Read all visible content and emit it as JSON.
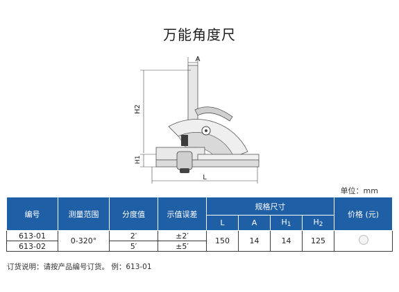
{
  "title": "万能角度尺",
  "drawing": {
    "label_a": "A",
    "label_h2": "H2",
    "label_h1": "H1",
    "label_l": "L"
  },
  "unit": "单位：mm",
  "table": {
    "headers": {
      "code": "编号",
      "range": "测量范围",
      "division": "分度值",
      "error": "示值误差",
      "dims": "规格尺寸",
      "price": "价格 (元)",
      "L": "L",
      "A": "A",
      "H1": "H",
      "H1_sub": "1",
      "H2": "H",
      "H2_sub": "2"
    },
    "rows": [
      {
        "code": "613-01",
        "division": "2′",
        "error": "±2′"
      },
      {
        "code": "613-02",
        "division": "5′",
        "error": "±5′"
      }
    ],
    "shared": {
      "range": "0-320°",
      "L": "150",
      "A": "14",
      "H1": "14",
      "H2": "125"
    }
  },
  "note": "订货说明：请按产品编号订货。 例：613-01",
  "colors": {
    "header_bg": "#1f5fa6"
  }
}
